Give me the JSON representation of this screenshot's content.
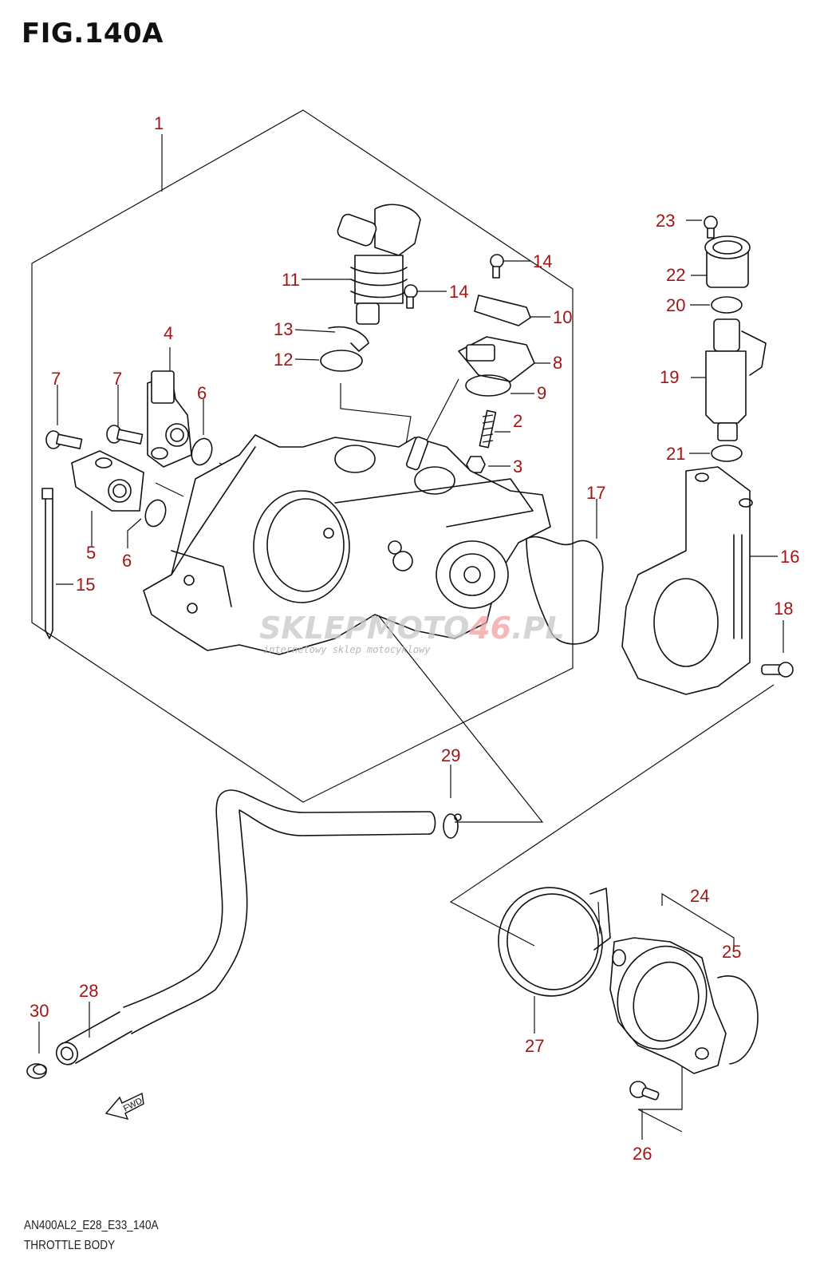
{
  "figure": {
    "title": "FIG.140A",
    "code": "AN400AL2_E28_E33_140A",
    "name": "THROTTLE BODY"
  },
  "callout_color": "#a31515",
  "callouts": {
    "c1": "1",
    "c2": "2",
    "c3": "3",
    "c4": "4",
    "c5": "5",
    "c6a": "6",
    "c6b": "6",
    "c7a": "7",
    "c7b": "7",
    "c8": "8",
    "c9": "9",
    "c10": "10",
    "c11": "11",
    "c12": "12",
    "c13": "13",
    "c14a": "14",
    "c14b": "14",
    "c15": "15",
    "c16": "16",
    "c17": "17",
    "c18": "18",
    "c19": "19",
    "c20": "20",
    "c21": "21",
    "c22": "22",
    "c23": "23",
    "c24": "24",
    "c25": "25",
    "c26": "26",
    "c27": "27",
    "c28": "28",
    "c29": "29",
    "c30": "30"
  },
  "watermark": {
    "brand_gray": "SKLEPMOTO",
    "brand_red": "46",
    "brand_suffix": ".PL",
    "tagline": "internetowy sklep motocyklowy"
  },
  "fwd_label": "FWD"
}
